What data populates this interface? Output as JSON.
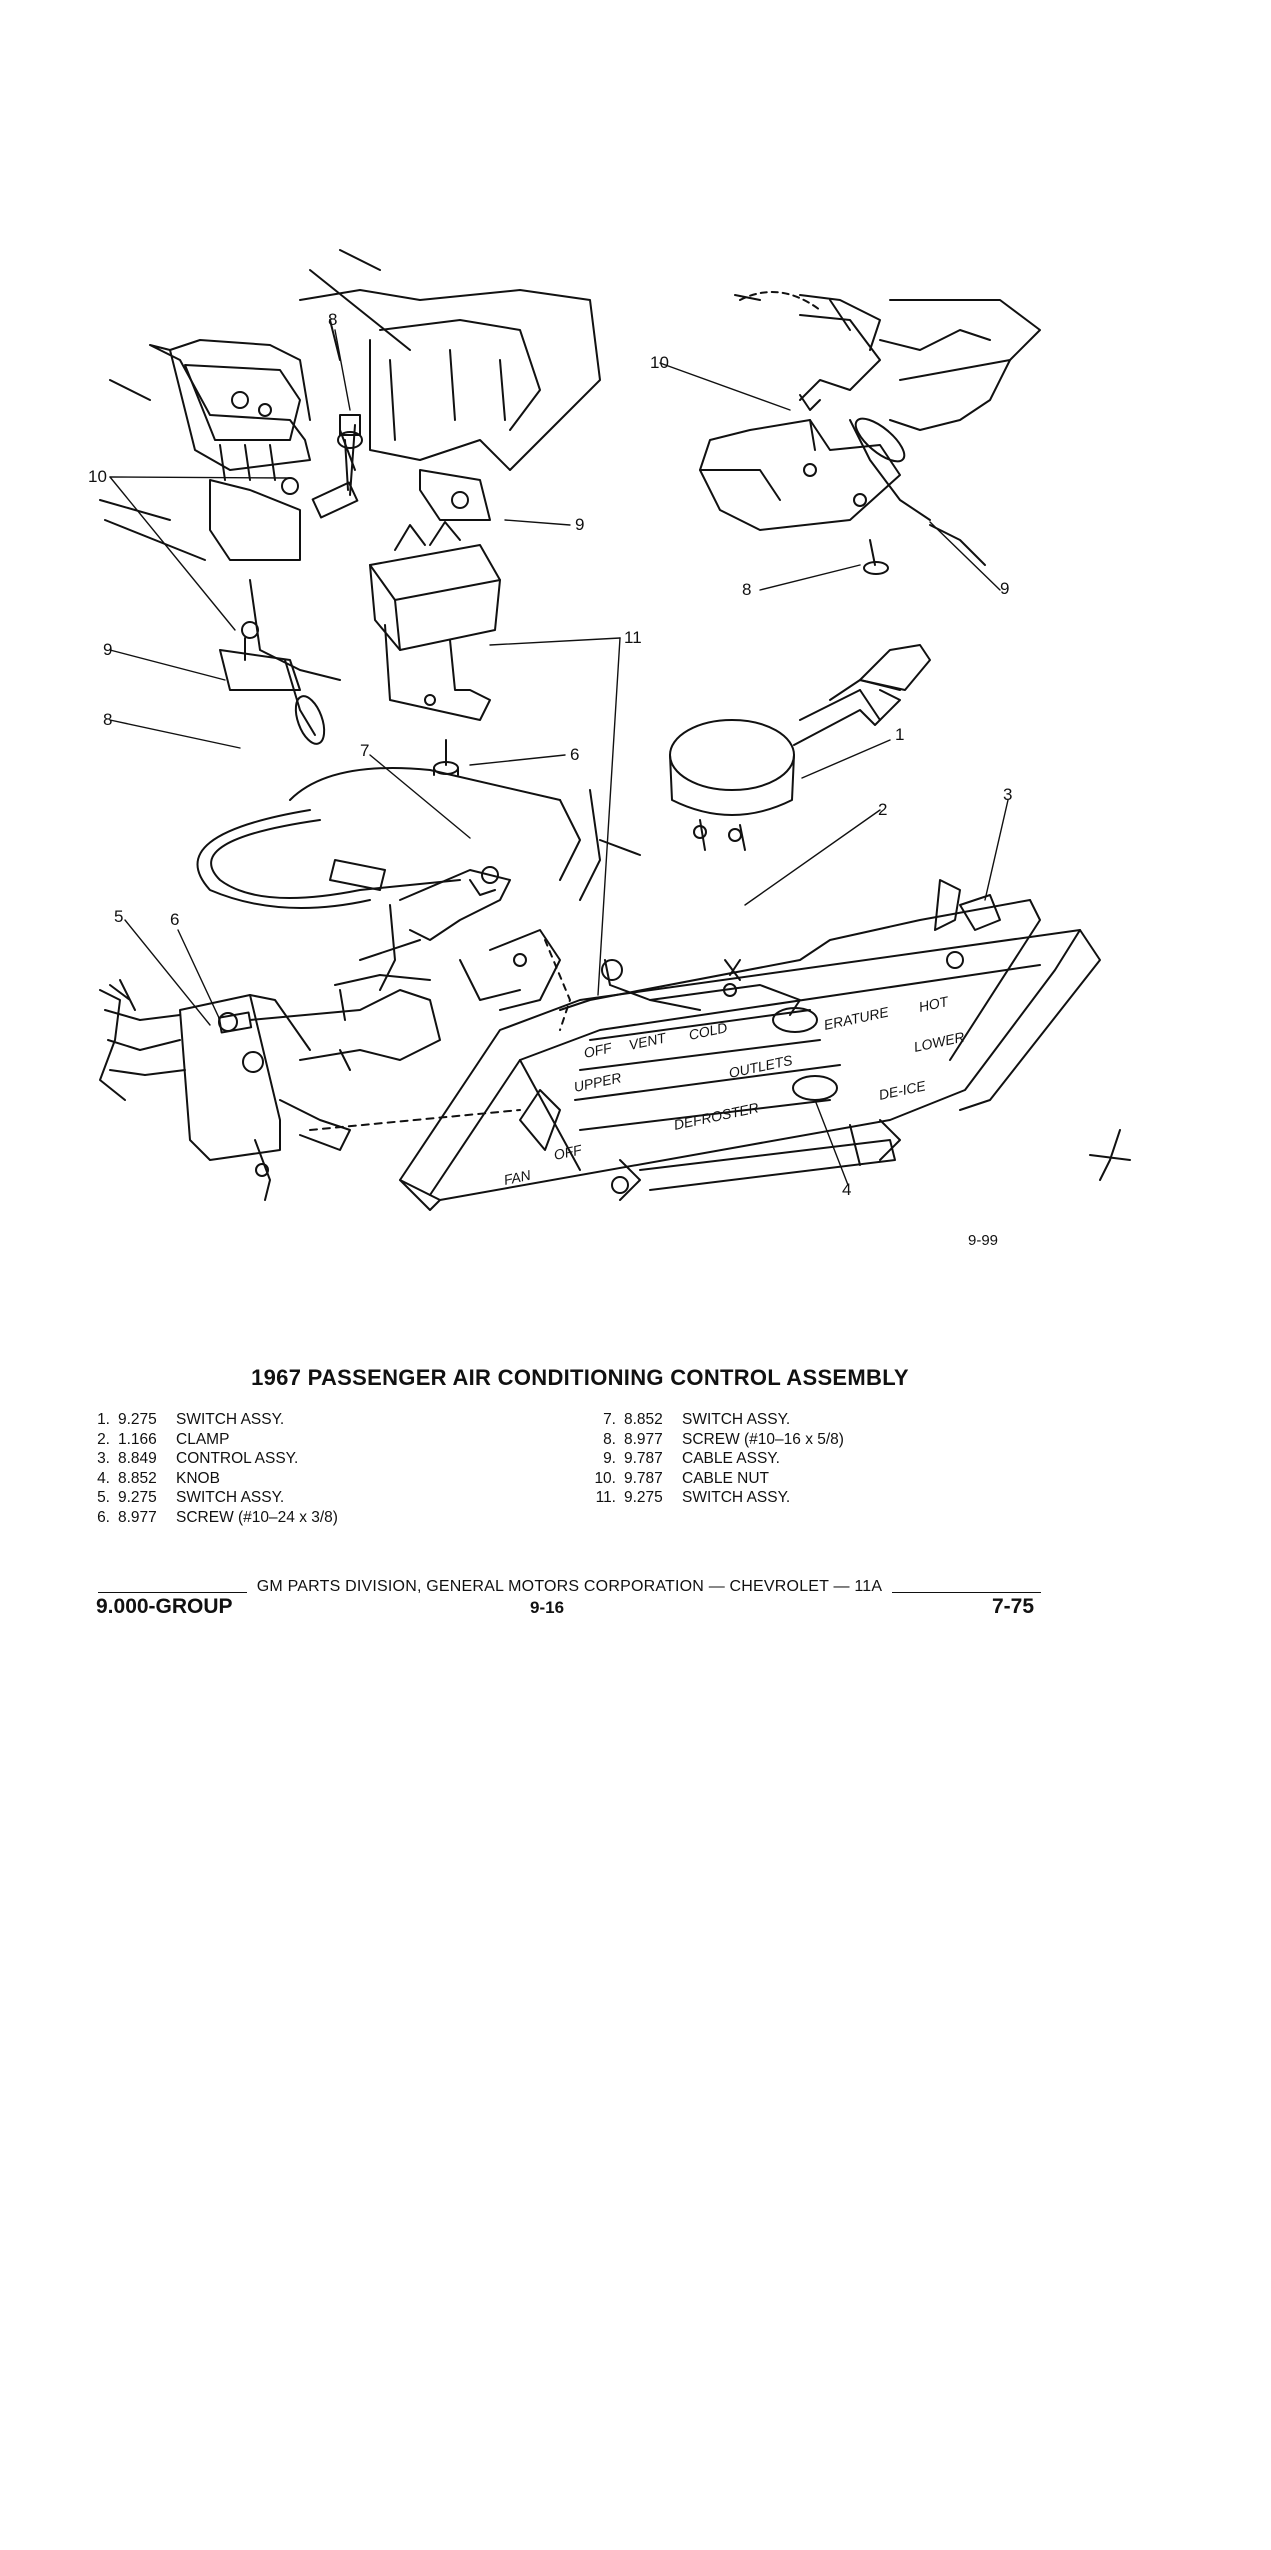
{
  "diagram": {
    "callouts": {
      "c1": "1",
      "c2": "2",
      "c3": "3",
      "c4": "4",
      "c5": "5",
      "c6a": "6",
      "c6b": "6",
      "c7": "7",
      "c8a": "8",
      "c8b": "8",
      "c8c": "8",
      "c9a": "9",
      "c9b": "9",
      "c9c": "9",
      "c10a": "10",
      "c10b": "10",
      "c11": "11"
    },
    "panel_labels": {
      "off_top": "OFF",
      "vent": "VENT",
      "cold": "COLD",
      "temperature": "ERATURE",
      "hot": "HOT",
      "upper": "UPPER",
      "outlets": "OUTLETS",
      "lower": "LOWER",
      "defroster": "DEFROSTER",
      "de_ice": "DE-ICE",
      "fan": "FAN",
      "off_bottom": "OFF"
    },
    "figure_ref": "9-99"
  },
  "title": "1967 PASSENGER AIR CONDITIONING CONTROL ASSEMBLY",
  "parts_left": [
    {
      "num": "1.",
      "code": "9.275",
      "desc": "SWITCH ASSY."
    },
    {
      "num": "2.",
      "code": "1.166",
      "desc": "CLAMP"
    },
    {
      "num": "3.",
      "code": "8.849",
      "desc": "CONTROL ASSY."
    },
    {
      "num": "4.",
      "code": "8.852",
      "desc": "KNOB"
    },
    {
      "num": "5.",
      "code": "9.275",
      "desc": "SWITCH ASSY."
    },
    {
      "num": "6.",
      "code": "8.977",
      "desc": "SCREW (#10–24 x 3/8)"
    }
  ],
  "parts_right": [
    {
      "num": "7.",
      "code": "8.852",
      "desc": "SWITCH ASSY."
    },
    {
      "num": "8.",
      "code": "8.977",
      "desc": "SCREW (#10–16 x 5/8)"
    },
    {
      "num": "9.",
      "code": "9.787",
      "desc": "CABLE ASSY."
    },
    {
      "num": "10.",
      "code": "9.787",
      "desc": "CABLE NUT"
    },
    {
      "num": "11.",
      "code": "9.275",
      "desc": "SWITCH ASSY."
    }
  ],
  "footer": {
    "line": "GM PARTS DIVISION, GENERAL MOTORS CORPORATION — CHEVROLET — 11A",
    "group": "9.000-GROUP",
    "page": "9-16",
    "date_code": "7-75"
  }
}
